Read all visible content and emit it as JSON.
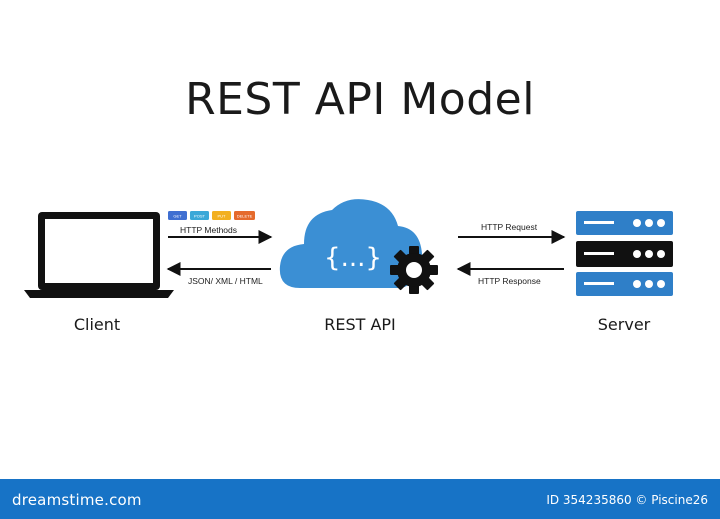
{
  "title": "REST API Model",
  "nodes": {
    "client": "Client",
    "api": "REST API",
    "server": "Server"
  },
  "api_glyph": "{...}",
  "edges": {
    "http_methods": "HTTP Methods",
    "formats": "JSON/ XML / HTML",
    "http_request": "HTTP Request",
    "http_response": "HTTP Response"
  },
  "method_chips": [
    {
      "label": "GET",
      "color": "#3f6fd1"
    },
    {
      "label": "POST",
      "color": "#3aa8d8"
    },
    {
      "label": "PUT",
      "color": "#f2b020"
    },
    {
      "label": "DELETE",
      "color": "#e56a2c"
    }
  ],
  "colors": {
    "cloud": "#3b8fd4",
    "server_blue": "#2f7fc8",
    "server_dark": "#111111",
    "footer": "#1773c6"
  },
  "footer": {
    "brand": "dreamstime.com",
    "id_text": "ID 354235860 © Piscine26"
  }
}
